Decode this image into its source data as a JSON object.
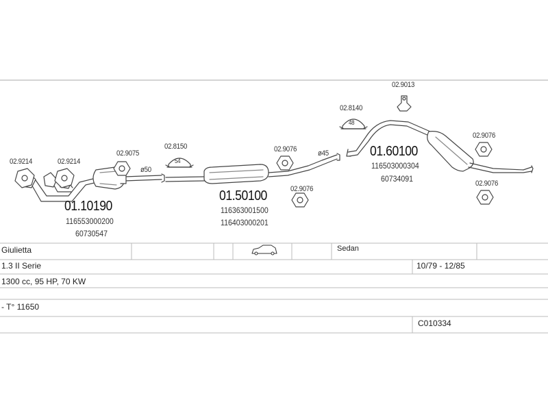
{
  "parts": {
    "gasket_a": "02.9214",
    "gasket_b": "02.9214",
    "gasket_c": "02.9075",
    "clamp_a": "02.8150",
    "clamp_a_size": "54",
    "gasket_d": "02.9076",
    "gasket_e": "02.9076",
    "clamp_b": "02.8140",
    "clamp_b_size": "48",
    "bracket": "02.9013",
    "gasket_f": "02.9076",
    "gasket_g": "02.9076",
    "pipe_dia_1": "ø50",
    "pipe_dia_2": "ø45",
    "front_pipe": {
      "code": "01.10190",
      "ref1": "116553000200",
      "ref2": "60730547"
    },
    "center_silencer": {
      "code": "01.50100",
      "ref1": "116363001500",
      "ref2": "116403000201"
    },
    "rear_silencer": {
      "code": "01.60100",
      "ref1": "116503000304",
      "ref2": "60734091"
    }
  },
  "vehicle": {
    "model": "Giulietta",
    "body": "Sedan",
    "series": "1.3 II Serie",
    "years": "10/79 - 12/85",
    "engine": "1300 cc, 95 HP, 70 KW",
    "note": "- T° 11650",
    "code": "C010334",
    "body_icon": "sedan-car-icon"
  }
}
